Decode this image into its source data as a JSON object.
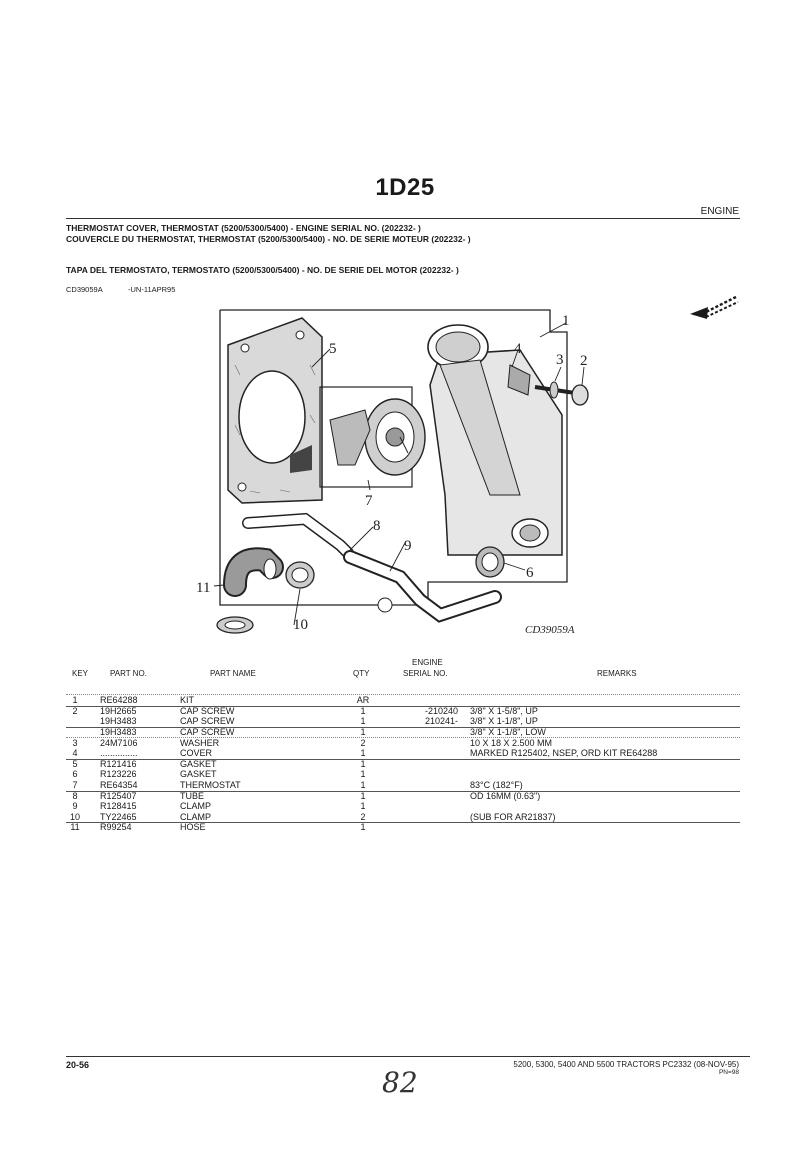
{
  "page": {
    "title": "1D25",
    "section": "ENGINE",
    "titles": {
      "en": "THERMOSTAT COVER, THERMOSTAT (5200/5300/5400) - ENGINE SERIAL NO. (202232-      )",
      "fr": "COUVERCLE DU THERMOSTAT, THERMOSTAT (5200/5300/5400) - NO. DE SERIE MOTEUR (202232-      )",
      "es": "TAPA DEL TERMOSTATO, TERMOSTATO (5200/5300/5400) - NO. DE SERIE DEL MOTOR (202232-      )"
    },
    "illustration_ref": "CD39059A",
    "illustration_date": "-UN-11APR95"
  },
  "diagram": {
    "caption": "CD39059A",
    "callouts": [
      "1",
      "2",
      "3",
      "4",
      "5",
      "6",
      "7",
      "8",
      "9",
      "10",
      "11"
    ]
  },
  "table": {
    "headers": {
      "key": "KEY",
      "part_no": "PART NO.",
      "part_name": "PART NAME",
      "qty": "QTY",
      "engine": "ENGINE",
      "serial_no": "SERIAL NO.",
      "remarks": "REMARKS"
    },
    "rows": [
      {
        "key": "1",
        "part": "RE64288",
        "name": "KIT",
        "qty": "AR",
        "serial": "",
        "remarks": ""
      },
      {
        "key": "2",
        "part": "19H2665",
        "name": "CAP SCREW",
        "qty": "1",
        "serial": "-210240",
        "remarks": "3/8\" X 1-5/8\", UP"
      },
      {
        "key": "",
        "part": "19H3483",
        "name": "CAP SCREW",
        "qty": "1",
        "serial": "210241-",
        "remarks": "3/8\" X 1-1/8\", UP"
      },
      {
        "key": "",
        "part": "19H3483",
        "name": "CAP SCREW",
        "qty": "1",
        "serial": "",
        "remarks": "3/8\" X 1-1/8\", LOW"
      },
      {
        "key": "3",
        "part": "24M7106",
        "name": "WASHER",
        "qty": "2",
        "serial": "",
        "remarks": "10 X 18 X 2.500 MM"
      },
      {
        "key": "4",
        "part": "...............",
        "name": "COVER",
        "qty": "1",
        "serial": "",
        "remarks": "MARKED R125402, NSEP, ORD KIT RE64288"
      },
      {
        "key": "5",
        "part": "R121416",
        "name": "GASKET",
        "qty": "1",
        "serial": "",
        "remarks": ""
      },
      {
        "key": "6",
        "part": "R123226",
        "name": "GASKET",
        "qty": "1",
        "serial": "",
        "remarks": ""
      },
      {
        "key": "7",
        "part": "RE64354",
        "name": "THERMOSTAT",
        "qty": "1",
        "serial": "",
        "remarks": "83°C (182°F)"
      },
      {
        "key": "8",
        "part": "R125407",
        "name": "TUBE",
        "qty": "1",
        "serial": "",
        "remarks": "OD 16MM (0.63\")"
      },
      {
        "key": "9",
        "part": "R128415",
        "name": "CLAMP",
        "qty": "1",
        "serial": "",
        "remarks": ""
      },
      {
        "key": "10",
        "part": "TY22465",
        "name": "CLAMP",
        "qty": "2",
        "serial": "",
        "remarks": "(SUB FOR AR21837)"
      },
      {
        "key": "11",
        "part": "R99254",
        "name": "HOSE",
        "qty": "1",
        "serial": "",
        "remarks": ""
      }
    ]
  },
  "footer": {
    "page_number": "20-56",
    "models": "5200, 5300, 5400 AND 5500 TRACTORS   PC2332    (08-NOV-95)",
    "pn": "PN=98",
    "handwritten_number": "82"
  }
}
